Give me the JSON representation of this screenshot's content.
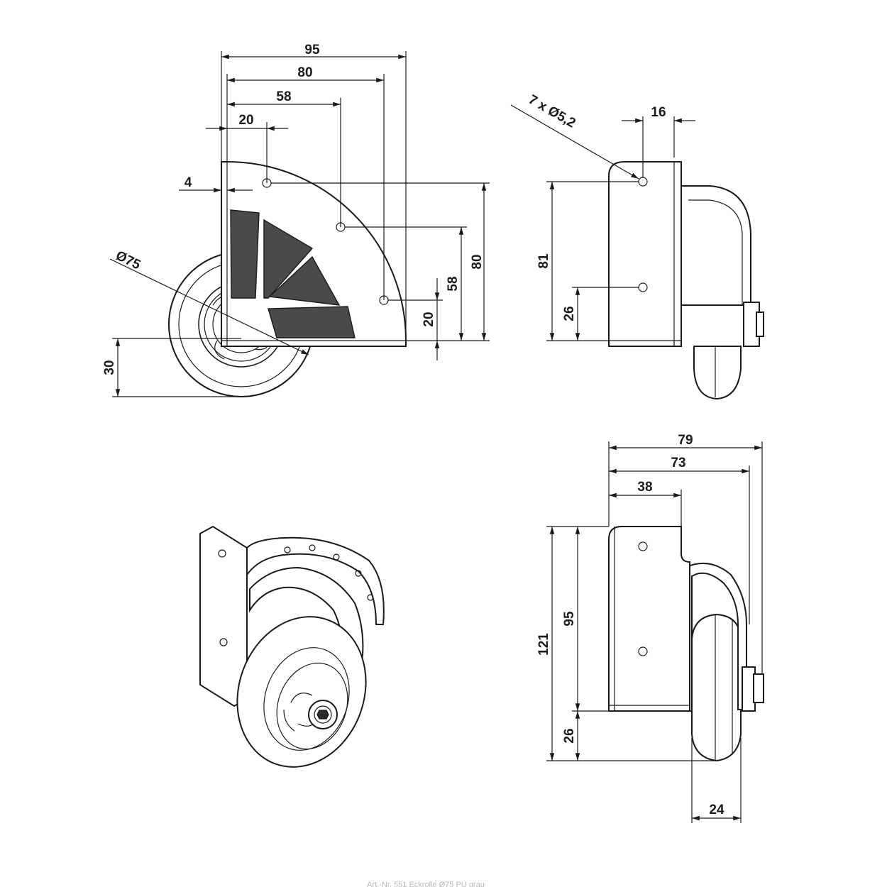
{
  "views": {
    "front": {
      "dims": {
        "w95": "95",
        "w80": "80",
        "w58": "58",
        "w20": "20",
        "w4": "4",
        "dia75": "Ø75",
        "h30": "30",
        "h20": "20",
        "h58": "58",
        "h80": "80"
      }
    },
    "side": {
      "dims": {
        "holes": "7 x Ø5,2",
        "w16": "16",
        "h81": "81",
        "h26": "26"
      }
    },
    "lower_side": {
      "dims": {
        "w79": "79",
        "w73": "73",
        "w38": "38",
        "h121": "121",
        "h95": "95",
        "h26": "26",
        "w24": "24"
      }
    }
  },
  "footer_text": "Art.-Nr. 551 Eckrolle Ø75 PU grau"
}
